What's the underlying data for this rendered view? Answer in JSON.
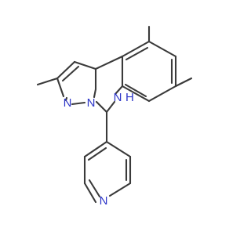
{
  "colors": {
    "bond": "#3a3a3a",
    "nitrogen": "#2d36c8",
    "background": "#ffffff"
  },
  "atoms": {
    "n_pyrazole": {
      "symbol": "N"
    },
    "n_bridge": {
      "symbol": "N"
    },
    "nh": {
      "symbol": "N",
      "hydrogen": "H"
    },
    "n_pyridine": {
      "symbol": "N"
    }
  }
}
